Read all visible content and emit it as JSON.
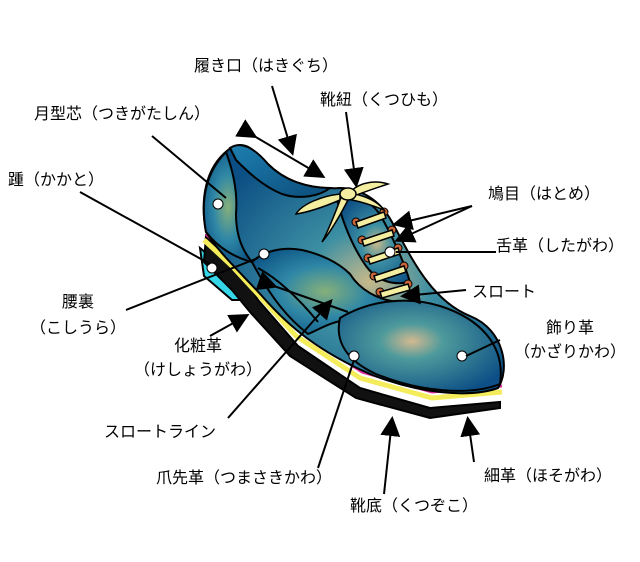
{
  "labels": {
    "hakiguchi": "履き口（はきぐち）",
    "tsukigatashin": "月型芯（つきがたしん）",
    "kutsuhimo": "靴紐（くつひも）",
    "kakato": "踵（かかと）",
    "hatome": "鳩目（はとめ）",
    "shitagawa": "舌革（したがわ）",
    "throat": "スロート",
    "koshiura_1": "腰裏",
    "koshiura_2": "（こしうら）",
    "keshogawa_1": "化粧革",
    "keshogawa_2": "（けしょうがわ）",
    "kazarigawa_1": "飾り革",
    "kazarigawa_2": "（かざりかわ）",
    "throat_line": "スロートライン",
    "tsumasakigawa": "爪先革（つまさきかわ）",
    "hosogawa": "細革（ほそがわ）",
    "kutsuzoko": "靴底（くつぞこ）"
  },
  "colors": {
    "upper_dark": "#0b5f87",
    "upper_mid": "#2a86a8",
    "upper_light": "#8fb86e",
    "heel_cyan": "#35d6e8",
    "welt_pink": "#e0309a",
    "welt_yellow": "#f4ec5a",
    "lace": "#f3eea0",
    "eyelet": "#c8653a"
  }
}
